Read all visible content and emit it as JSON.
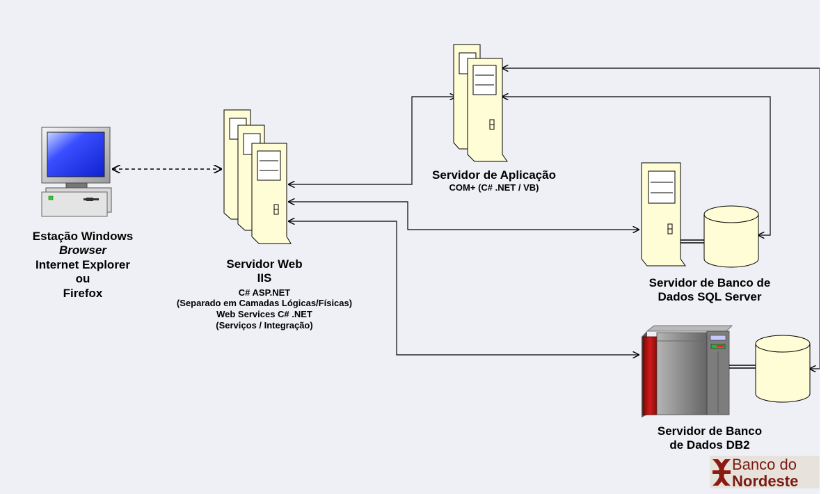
{
  "nodes": {
    "workstation": {
      "lines": [
        "Estação Windows",
        "Browser",
        "Internet Explorer",
        "ou",
        "Firefox"
      ]
    },
    "web_server": {
      "title_lines": [
        "Servidor Web",
        "IIS"
      ],
      "detail_lines": [
        "C# ASP.NET",
        "(Separado em Camadas Lógicas/Físicas)",
        "Web Services C# .NET",
        "(Serviços / Integração)"
      ]
    },
    "app_server": {
      "title": "Servidor de Aplicação",
      "detail": "COM+ (C# .NET / VB)"
    },
    "sql_server": {
      "lines": [
        "Servidor de Banco de",
        "Dados SQL Server"
      ]
    },
    "db2_server": {
      "lines": [
        "Servidor de Banco",
        "de Dados DB2"
      ]
    }
  },
  "logo": {
    "lines": [
      "Banco do",
      "Nordeste"
    ]
  },
  "colors": {
    "background": "#eef0f5",
    "server_body": "#fffdd6",
    "cylinder": "#fffdd6",
    "monitor_screen": "#2a3cff",
    "mainframe_red": "#c0141c",
    "mainframe_gray": "#8a8a8a",
    "logo_red": "#8b1a12"
  }
}
